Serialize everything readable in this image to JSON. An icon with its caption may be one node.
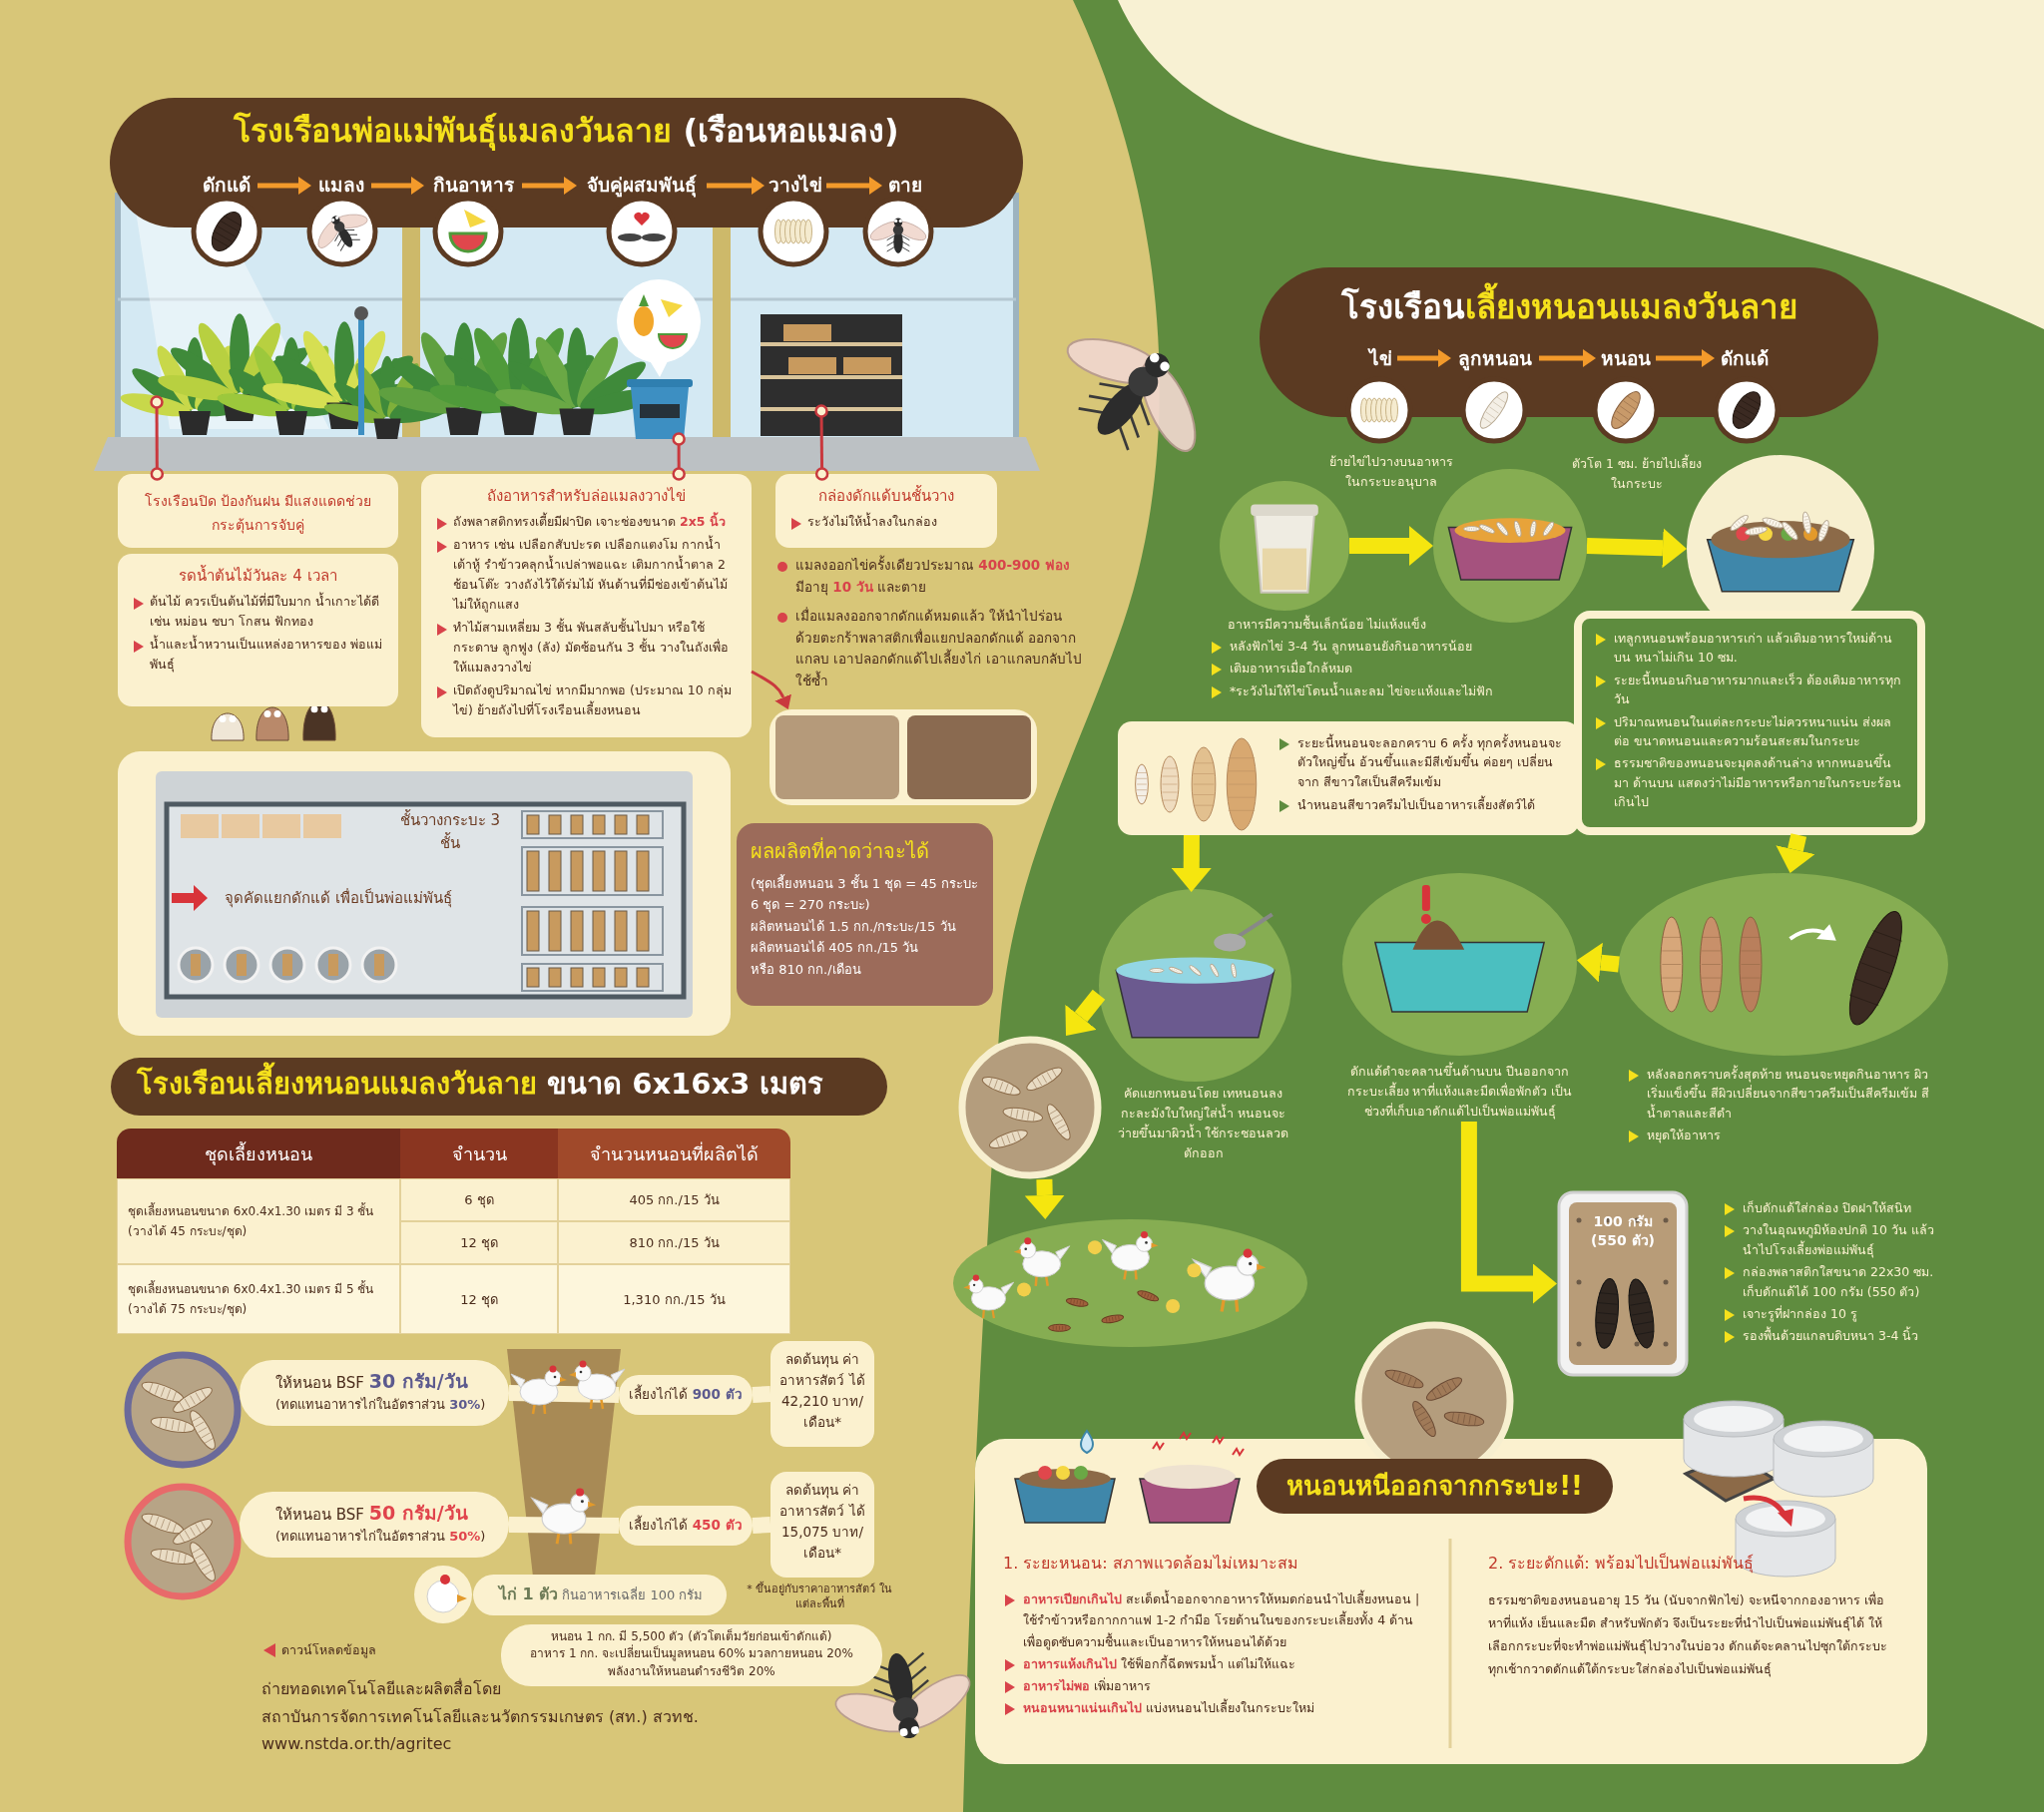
{
  "diagram": {
    "nodes": [
      {
        "text": [
          "โรงเรือนพ่อแม่พันธุ์แมลงวันลาย **(เรือนหอแมลง)**"
        ]
      },
      {
        "text": [
          "ดักแด้"
        ],
        "in": 0
      },
      {
        "text": [
          "แมลง"
        ],
        "in": 0
      },
      {
        "text": [
          "กินอาหาร"
        ],
        "in": 0
      },
      {
        "text": [
          "จับคู่ผสมพันธุ์"
        ],
        "in": 0
      },
      {
        "text": [
          "วางไข่"
        ],
        "in": 0
      },
      {
        "text": [
          "ตาย"
        ],
        "in": 0
      },
      {
        "text": [
          "โรงเรือนปิด ป้องกันฝน มีแสงแดดช่วยกระตุ้นการจับคู่"
        ]
      },
      {
        "text": [
          "รดน้ำต้นไม้วันละ 4 เวลา",
          "ต้นไม้ ควรเป็นต้นไม้ที่มีใบมาก น้ำเกาะได้ดี เช่น หม่อน ชบา โกสน ฟักทอง",
          "น้ำและน้ำหวานเป็นแหล่งอาหารของ พ่อแม่พันธุ์"
        ]
      },
      {
        "text": [
          "ถังอาหารสำหรับล่อแมลงวางไข่",
          "ถังพลาสติกทรงเตี้ยมีฝาปิด เจาะช่องขนาด **2x5 นิ้ว**",
          "อาหาร เช่น เปลือกสับปะรด เปลือกแตงโม กากน้ำเต้าหู้ รำข้าวคลุกน้ำเปล่าพอแฉะ เติมกากน้ำตาล 2 ช้อนโต๊ะ วางถังไว้ใต้ร่มไม้ หันด้านที่มีช่องเข้าต้นไม้ ไม่ให้ถูกแสง",
          "ทำไม้สามเหลี่ยม 3 ชั้น พันสลับชั้นไปมา หรือใช้กระดาษ ลูกฟูง (ลัง) มัดซ้อนกัน 3 ชั้น วางในถังเพื่อให้แมลงวางไข่",
          "เปิดถังดูปริมาณไข่ หากมีมากพอ (ประมาณ 10 กลุ่มไข่) ย้ายถังไปที่โรงเรือนเลี้ยงหนอน"
        ]
      },
      {
        "text": [
          "กล่องดักแด้บนชั้นวาง",
          "ระวังไม่ให้น้ำลงในกล่อง"
        ]
      },
      {
        "text": [
          "แมลงออกไข่ครั้งเดียวประมาณ **400-900 ฟอง** มีอายุ **10 วัน** และตาย",
          "เมื่อแมลงออกจากดักแด้หมดแล้ว ให้นำไปร่อน ด้วยตะกร้าพลาสติกเพื่อแยกปลอกดักแด้ ออกจากแกลบ เอาปลอกดักแด้ไปเลี้ยงไก่ เอาแกลบกลับไปใช้ซ้ำ"
        ]
      },
      {
        "text": [],
        "shape": "picture"
      },
      {
        "text": [
          "ชั้นวางกระบะ 3 ชั้น",
          "จุดคัดแยกดักแด้ เพื่อเป็นพ่อแม่พันธุ์"
        ]
      },
      {
        "text": [
          "ผลผลิตที่คาดว่าจะได้",
          "(ชุดเลี้ยงหนอน 3 ชั้น 1 ชุด = 45 กระบะ 6 ชุด = 270 กระบะ)",
          "ผลิตหนอนได้ 1.5 กก./กระบะ/15 วัน",
          "ผลิตหนอนได้ 405 กก./15 วัน",
          "หรือ 810 กก./เดือน"
        ]
      },
      {
        "text": [
          "โรงเรือนเลี้ยงหนอนแมลงวันลาย **ขนาด 6x16x3 เมตร**"
        ]
      },
      {
        "text": [
          "ให้หนอน BSF **30 กรัม/วัน**",
          "(ทดแทนอาหารไก่ในอัตราส่วน **30%**)"
        ]
      },
      {
        "text": [
          "เลี้ยงไก่ได้ **900 ตัว**"
        ]
      },
      {
        "text": [
          "ลดต้นทุน ค่าอาหารสัตว์ ได้ 42,210 บาท/เดือน*"
        ]
      },
      {
        "text": [
          "ให้หนอน BSF **50 กรัม/วัน**",
          "(ทดแทนอาหารไก่ในอัตราส่วน **50%**)"
        ]
      },
      {
        "text": [
          "เลี้ยงไก่ได้ **450 ตัว**"
        ]
      },
      {
        "text": [
          "ลดต้นทุน ค่าอาหารสัตว์ ได้ 15,075 บาท/เดือน*"
        ]
      },
      {
        "text": [
          "**ไก่ 1 ตัว** กินอาหารเฉลี่ย 100 กรัม"
        ]
      },
      {
        "text": [
          "หนอน 1 กก. มี 5,500 ตัว (ตัวโตเต็มวัยก่อนเข้าดักแด้)",
          "อาหาร 1 กก. จะเปลี่ยนเป็นมูลหนอน 60% มวลกายหนอน 20% พลังงานให้หนอนดำรงชีวิต 20%"
        ]
      },
      {
        "text": [
          "โรงเรือน**เลี้ยงหนอนแมลงวันลาย**"
        ]
      },
      {
        "text": [
          "ไข่"
        ],
        "in": 24
      },
      {
        "text": [
          "ลูกหนอน"
        ],
        "in": 24
      },
      {
        "text": [
          "หนอน"
        ],
        "in": 24
      },
      {
        "text": [
          "ดักแด้"
        ],
        "in": 24
      },
      {
        "text": [],
        "shape": "picture",
        "beside": [
          "อาหารมีความชื้นเล็กน้อย ไม่แห้งแข็ง",
          "หลังฟักไข่ 3-4 วัน ลูกหนอนยังกินอาหารน้อย",
          "เติมอาหารเมื่อใกล้หมด",
          "*ระวังไม่ให้ไข่โดนน้ำและลม ไข่จะแห้งและไม่ฟัก"
        ]
      },
      {
        "text": [],
        "shape": "picture"
      },
      {
        "text": [],
        "shape": "picture"
      },
      {
        "text": [
          "ระยะนี้หนอนจะลอกคราบ 6 ครั้ง ทุกครั้งหนอนจะ ตัวใหญ่ขึ้น อ้วนขึ้นและมีสีเข้มขึ้น ค่อยๆ เปลี่ยนจาก สีขาวใสเป็นสีครีมเข้ม",
          "นำหนอนสีขาวครีมไปเป็นอาหารเลี้ยงสัตว์ได้"
        ]
      },
      {
        "text": [
          "เทลูกหนอนพร้อมอาหารเก่า แล้วเติมอาหารใหม่ด้านบน หนาไม่เกิน 10 ซม.",
          "ระยะนี้หนอนกินอาหารมากและเร็ว ต้องเติมอาหารทุกวัน",
          "ปริมาณหนอนในแต่ละกระบะไม่ควรหนาแน่น ส่งผลต่อ ขนาดหนอนและความร้อนสะสมในกระบะ",
          "ธรรมชาติของหนอนจะมุดลงด้านล่าง หากหนอนขึ้นมา ด้านบน แสดงว่าไม่มีอาหารหรือกายในกระบะร้อนเกินไป"
        ]
      },
      {
        "text": [],
        "shape": "picture",
        "beside": [
          "คัดแยกหนอนโดย เทหนอนลงกะละมังใบใหญ่ใส่น้ำ หนอนจะว่ายขึ้นมาผิวน้ำ ใช้กระชอนลวดตักออก"
        ]
      },
      {
        "text": [],
        "shape": "picture"
      },
      {
        "text": [],
        "shape": "picture"
      },
      {
        "text": [],
        "shape": "picture",
        "beside": [
          "หลังลอกคราบครั้งสุดท้าย หนอนจะหยุดกินอาหาร ผิวเริ่มแข็งขึ้น สีผิวเปลี่ยนจากสีขาวครีมเป็นสีครีมเข้ม สีน้ำตาลและสีดำ",
          "หยุดให้อาหาร"
        ]
      },
      {
        "text": [],
        "shape": "picture",
        "beside": [
          "ดักแด้ดำจะคลานขึ้นด้านบน ปีนออกจาก กระบะเลี้ยง หาที่แห้งและมืดเพื่อพักตัว เป็นช่วงที่เก็บเอาดักแด้ไปเป็นพ่อแม่พันธุ์"
        ]
      },
      {
        "text": [
          "100 กรัม (550 ตัว)"
        ],
        "beside": [
          "เก็บดักแด้ใส่กล่อง ปิดฝาให้สนิท",
          "วางในอุณหภูมิห้องปกติ 10 วัน แล้วนำไปโรงเลี้ยงพ่อแม่พันธุ์",
          "กล่องพลาสติกใสขนาด 22x30 ซม. เก็บดักแด้ได้ 100 กรัม (550 ตัว)",
          "เจาะรูที่ฝากล่อง 10 รู",
          "รองพื้นด้วยแกลบดิบหนา 3-4 นิ้ว"
        ]
      },
      {
        "text": [
          "1. ระยะหนอน: สภาพแวดล้อมไม่เหมาะสม",
          "**อาหารเปียกเกินไป** สะเด็ดน้ำออกจากอาหารให้หมดก่อนนำไปเลี้ยงหนอน | ใช้รำข้าวหรือกากกาแฟ 1-2 กำมือ โรยด้านในของกระบะเลี้ยงทั้ง 4 ด้าน เพื่อดูดซับความชื้นและเป็นอาหารให้หนอนได้ด้วย",
          "**อาหารแห้งเกินไป** ใช้ฟ็อกกี้ฉีดพรมน้ำ แต่ไม่ให้แฉะ",
          "**อาหารไม่พอ** เพิ่มอาหาร",
          "**หนอนหนาแน่นเกินไป** แบ่งหนอนไปเลี้ยงในกระบะใหม่",
          "2. ระยะดักแด้: พร้อมไปเป็นพ่อแม่พันธุ์",
          "ธรรมชาติของหนอนอายุ 15 วัน (นับจากฟักไข่) จะหนีจากกองอาหาร เพื่อหาที่แห้ง เย็นและมืด สำหรับพักตัว จึงเป็นระยะที่นำไปเป็นพ่อแม่พันธุ์ได้ ให้เลือกกระบะที่จะทำพ่อแม่พันธุ์ไปวางในบ่อวง ดักแด้จะคลานไปซุกใต้กระบะ ทุกเช้ากวาดดักแด้ใต้กระบะใส่กล่องไปเป็นพ่อแม่พันธุ์"
        ]
      },
      {
        "text": [
          "หนอนหนีออกจากกระบะ!!"
        ],
        "in": 40
      },
      {
        "text": [],
        "shape": "picture"
      }
    ],
    "edges": [
      {
        "from": 1,
        "to": 2,
        "arrow": "to",
        "color": "#f39a2b"
      },
      {
        "from": 2,
        "to": 3,
        "arrow": "to",
        "color": "#f39a2b"
      },
      {
        "from": 3,
        "to": 4,
        "arrow": "to",
        "color": "#f39a2b"
      },
      {
        "from": 4,
        "to": 5,
        "arrow": "to",
        "color": "#f39a2b"
      },
      {
        "from": 5,
        "to": 6,
        "arrow": "to",
        "color": "#f39a2b"
      },
      {
        "from": 7,
        "to": null,
        "arrow": "other",
        "color": "#c9393e"
      },
      {
        "from": 9,
        "to": 42,
        "arrow": "other",
        "color": "#c9393e"
      },
      {
        "from": 10,
        "to": null,
        "arrow": "other",
        "color": "#c9393e"
      },
      {
        "from": 9,
        "to": 12,
        "arrow": "to",
        "color": "#c9393e"
      },
      {
        "from": 16,
        "to": 17,
        "arrow": "none",
        "style": "thick",
        "color": "#fbf1cf"
      },
      {
        "from": 17,
        "to": 18,
        "arrow": "none",
        "style": "thick",
        "color": "#fbf1cf"
      },
      {
        "from": 19,
        "to": 20,
        "arrow": "none",
        "style": "thick",
        "color": "#fbf1cf"
      },
      {
        "from": 20,
        "to": 21,
        "arrow": "none",
        "style": "thick",
        "color": "#fbf1cf"
      },
      {
        "from": 25,
        "to": 26,
        "arrow": "to",
        "color": "#f39a2b"
      },
      {
        "from": 26,
        "to": 27,
        "arrow": "to",
        "color": "#f39a2b"
      },
      {
        "from": 27,
        "to": 28,
        "arrow": "to",
        "color": "#f39a2b"
      },
      {
        "from": 29,
        "to": 30,
        "arrow": "to",
        "label": "ย้ายไข่ไปวางบนอาหาร ในกระบะอนุบาล",
        "style": "thick",
        "color": "#f5e60f"
      },
      {
        "from": 30,
        "to": 31,
        "arrow": "to",
        "label": "ตัวโต 1 ซม. ย้ายไปเลี้ยงในกระบะ",
        "style": "thick",
        "color": "#f5e60f"
      },
      {
        "from": 32,
        "to": 34,
        "arrow": "to",
        "style": "thick",
        "color": "#f5e60f"
      },
      {
        "from": 34,
        "to": 35,
        "arrow": "to",
        "style": "thick",
        "color": "#f5e60f"
      },
      {
        "from": 35,
        "to": 36,
        "arrow": "to",
        "style": "thick",
        "color": "#f5e60f"
      },
      {
        "from": 33,
        "to": 37,
        "arrow": "to",
        "style": "thick",
        "color": "#f5e60f"
      },
      {
        "from": 37,
        "to": 38,
        "arrow": "to",
        "style": "thick",
        "color": "#f5e60f"
      },
      {
        "from": 38,
        "to": 39,
        "arrow": "to",
        "style": "thick",
        "color": "#f5e60f"
      }
    ],
    "labels": [
      "ชุดเลี้ยงหนอน",
      "จำนวน",
      "จำนวนหนอนที่ผลิตได้",
      "ชุดเลี้ยงหนอนขนาด 6x0.4x1.30 เมตร มี 3 ชั้น (วางได้ 45 กระบะ/ชุด)",
      "6 ชุด",
      "405 กก./15 วัน",
      "12 ชุด",
      "810 กก./15 วัน",
      "ชุดเลี้ยงหนอนขนาด 6x0.4x1.30 เมตร มี 5 ชั้น (วางได้ 75 กระบะ/ชุด)",
      "12 ชุด",
      "1,310 กก./15 วัน",
      "* ขึ้นอยู่กับราคาอาหารสัตว์ ในแต่ละพื้นที่",
      "ดาวน์โหลดข้อมูล",
      "ถ่ายทอดเทคโนโลยีและผลิตสื่อโดย",
      "สถาบันการจัดการเทคโนโลยีและนวัตกรรมเกษตร (สท.) สวทช.",
      "www.nstda.or.th/agritec"
    ]
  }
}
